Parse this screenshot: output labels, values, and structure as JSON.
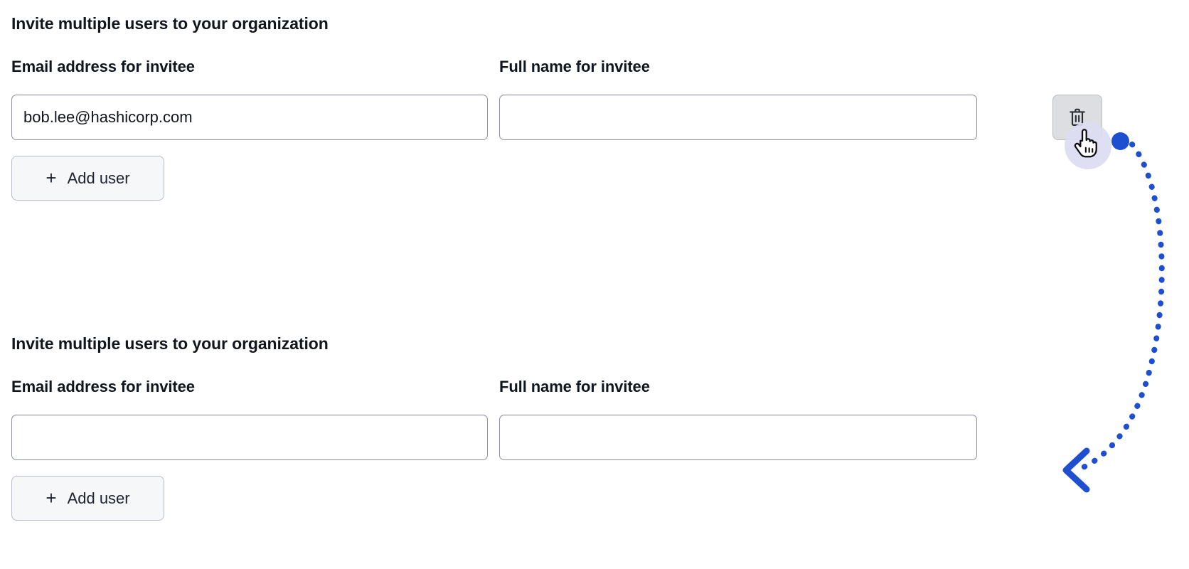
{
  "page": {
    "background_color": "#ffffff",
    "text_color": "#11151c"
  },
  "sections": [
    {
      "heading": "Invite multiple users to your organization",
      "email_field": {
        "label": "Email address for invitee",
        "value": "bob.lee@hashicorp.com",
        "placeholder": ""
      },
      "name_field": {
        "label": "Full name for invitee",
        "value": "",
        "placeholder": ""
      },
      "delete_button": {
        "icon": "trash-icon",
        "label": "",
        "visible": true
      },
      "add_user_button": {
        "icon": "plus-icon",
        "plus_glyph": "+",
        "label": "Add user"
      }
    },
    {
      "heading": "Invite multiple users to your organization",
      "email_field": {
        "label": "Email address for invitee",
        "value": "",
        "placeholder": ""
      },
      "name_field": {
        "label": "Full name for invitee",
        "value": "",
        "placeholder": ""
      },
      "delete_button": {
        "icon": "trash-icon",
        "label": "",
        "visible": false
      },
      "add_user_button": {
        "icon": "plus-icon",
        "plus_glyph": "+",
        "label": "Add user"
      }
    }
  ],
  "annotation": {
    "accent_color": "#1f4fd1",
    "halo_color": "#dcdcf2",
    "cursor_icon": "pointer-hand-cursor",
    "start_marker": "blue-dot",
    "end_marker": "arrow-head-left",
    "arrow_style": "dotted-curve"
  }
}
